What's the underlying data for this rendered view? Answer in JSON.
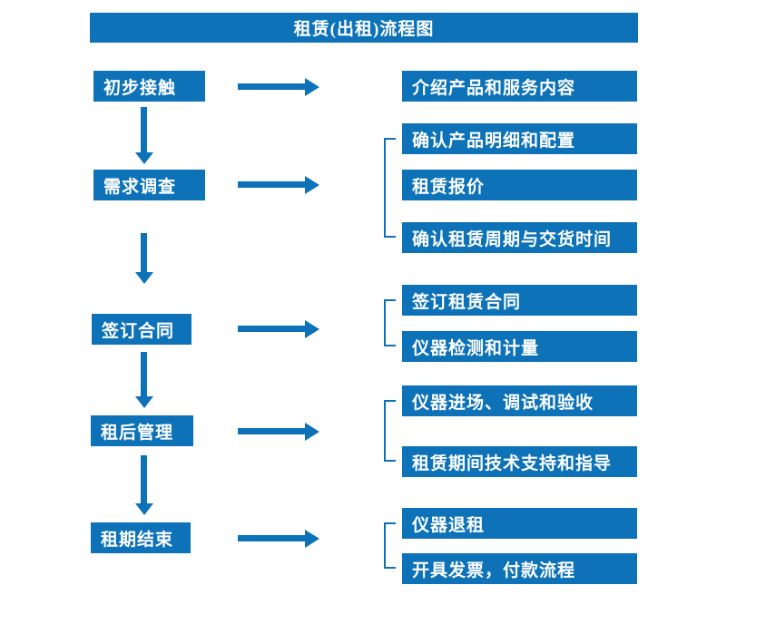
{
  "title": "租赁(出租)流程图",
  "colors": {
    "primary": "#0d72b8",
    "box_text": "#ffffff",
    "background": "#ffffff"
  },
  "flow": {
    "steps": [
      {
        "label": "初步接触",
        "details": [
          "介绍产品和服务内容"
        ]
      },
      {
        "label": "需求调查",
        "details": [
          "确认产品明细和配置",
          "租赁报价",
          "确认租赁周期与交货时间"
        ]
      },
      {
        "label": "签订合同",
        "details": [
          "签订租赁合同",
          "仪器检测和计量"
        ]
      },
      {
        "label": "租后管理",
        "details": [
          "仪器进场、调试和验收",
          "租赁期间技术支持和指导"
        ]
      },
      {
        "label": "租期结束",
        "details": [
          "仪器退租",
          "开具发票，付款流程"
        ]
      }
    ]
  }
}
